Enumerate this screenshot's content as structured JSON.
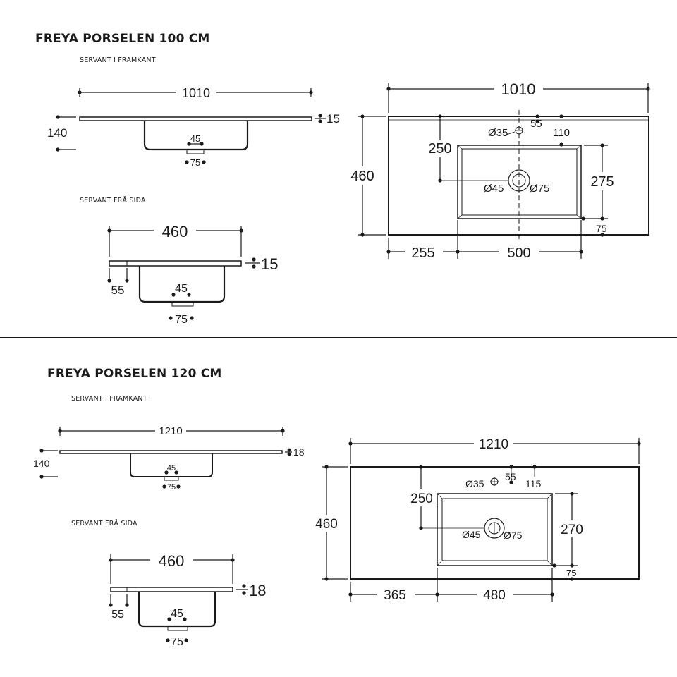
{
  "sheet1": {
    "title": "FREYA PORSELEN 100 CM",
    "front_caption": "SERVANT I FRAMKANT",
    "side_caption": "SERVANT FRÅ SIDA",
    "front": {
      "width": "1010",
      "thickness": "15",
      "height": "140",
      "drain": "45",
      "drain_width": "75"
    },
    "side": {
      "depth": "460",
      "thickness": "15",
      "offset": "55",
      "drain": "45",
      "drain_width": "75"
    },
    "top": {
      "width": "1010",
      "depth": "460",
      "tap_hole": "Ø35",
      "tap_offset": "55",
      "basin_gap": "110",
      "tap_to_drain": "250",
      "basin_depth": "275",
      "rear_margin": "75",
      "drain_inner": "Ø45",
      "drain_outer": "Ø75",
      "left_margin": "255",
      "basin_width": "500"
    }
  },
  "sheet2": {
    "title": "FREYA PORSELEN 120 CM",
    "front_caption": "SERVANT I FRAMKANT",
    "side_caption": "SERVANT FRÅ SIDA",
    "front": {
      "width": "1210",
      "thickness": "18",
      "height": "140",
      "drain": "45",
      "drain_width": "75"
    },
    "side": {
      "depth": "460",
      "thickness": "18",
      "offset": "55",
      "drain": "45",
      "drain_width": "75"
    },
    "top": {
      "width": "1210",
      "depth": "460",
      "tap_hole": "Ø35",
      "tap_offset": "55",
      "basin_gap": "115",
      "tap_to_drain": "250",
      "basin_depth": "270",
      "rear_margin": "75",
      "drain_inner": "Ø45",
      "drain_outer": "Ø75",
      "left_margin": "365",
      "basin_width": "480"
    }
  }
}
